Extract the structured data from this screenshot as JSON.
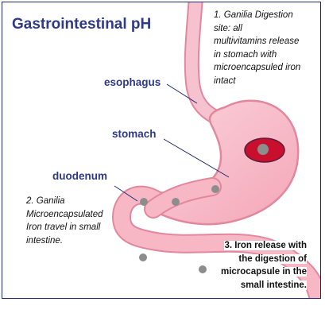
{
  "title": "Gastrointestinal pH",
  "labels": {
    "esophagus": "esophagus",
    "stomach": "stomach",
    "duodenum": "duodenum"
  },
  "notes": {
    "note1": {
      "line1": "1. Ganilia Digestion",
      "line2": "site: all",
      "line3": "multivitamins release",
      "line4": "in stomach with",
      "line5": "microencapsuled iron",
      "line6": "intact"
    },
    "note2": {
      "line1": "2. Ganilia",
      "line2": "Microencapsulated",
      "line3": "Iron travel in small",
      "line4": "intestine."
    },
    "note3": {
      "line1": "3. Iron release with",
      "line2": "the digestion of",
      "line3": "microcapsule in the",
      "line4": "small intestine."
    }
  },
  "colors": {
    "title": "#2e3a86",
    "organ_fill": "#f7b7c5",
    "organ_outline": "#e2879e",
    "capsule": "#8d8d8d",
    "capsule_red": "#c8102e",
    "pointer": "#1e2a6e"
  }
}
